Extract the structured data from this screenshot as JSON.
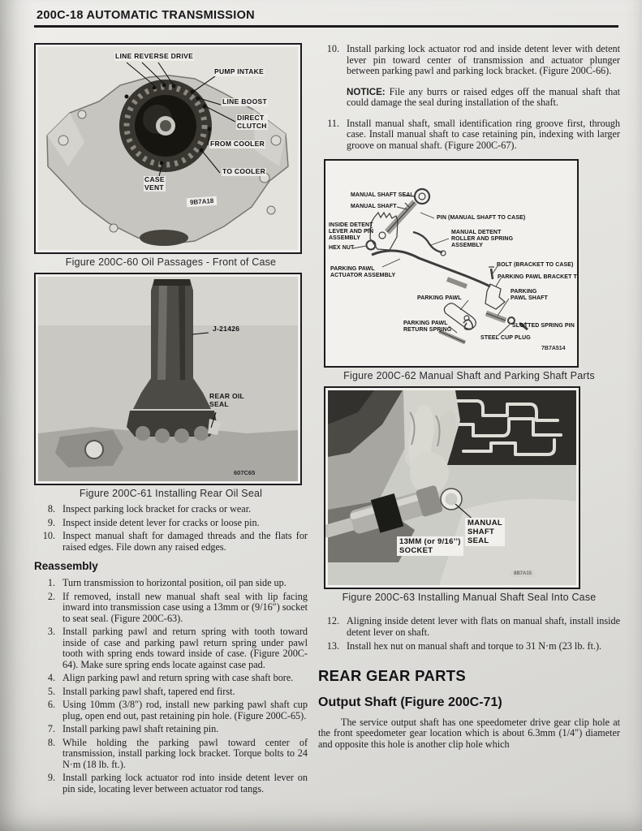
{
  "header": {
    "title": "200C-18  AUTOMATIC TRANSMISSION"
  },
  "left": {
    "fig60": {
      "caption": "Figure 200C-60 Oil Passages - Front of Case",
      "photo_code": "9B7A18",
      "labels": {
        "line_reverse_drive": "LINE  REVERSE  DRIVE",
        "pump_intake": "PUMP INTAKE",
        "line_boost": "LINE BOOST",
        "direct_clutch": "DIRECT\nCLUTCH",
        "from_cooler": "FROM COOLER",
        "to_cooler": "TO COOLER",
        "case_vent": "CASE\nVENT"
      }
    },
    "fig61": {
      "caption": "Figure 200C-61 Installing Rear Oil Seal",
      "photo_code": "607C65",
      "labels": {
        "tool": "J-21426",
        "rear_oil_seal": "REAR OIL\nSEAL"
      }
    },
    "inspect_items": [
      {
        "num": "8.",
        "text": "Inspect parking lock bracket for cracks or wear."
      },
      {
        "num": "9.",
        "text": "Inspect inside detent lever for cracks or loose pin."
      },
      {
        "num": "10.",
        "text": "Inspect manual shaft for damaged threads and the flats for raised edges. File down any raised edges."
      }
    ],
    "reassembly_heading": "Reassembly",
    "reassembly_items": [
      {
        "num": "1.",
        "text": "Turn transmission to horizontal position, oil pan side up."
      },
      {
        "num": "2.",
        "text": "If removed, install new manual shaft seal with lip facing inward into transmission case using a 13mm or (9/16″) socket to seat seal. (Figure 200C-63)."
      },
      {
        "num": "3.",
        "text": "Install parking pawl and return spring with tooth toward inside of case and parking pawl return spring under pawl tooth with spring ends toward inside of case. (Figure 200C-64). Make sure spring ends locate against case pad."
      },
      {
        "num": "4.",
        "text": "Align parking pawl and return spring with case shaft bore."
      },
      {
        "num": "5.",
        "text": "Install parking pawl shaft, tapered end first."
      },
      {
        "num": "6.",
        "text": "Using 10mm (3/8″) rod, install new parking pawl shaft cup plug, open end out, past retaining pin hole. (Figure 200C-65)."
      },
      {
        "num": "7.",
        "text": "Install parking pawl shaft retaining pin."
      },
      {
        "num": "8.",
        "text": "While holding the parking pawl toward center of transmission, install parking lock bracket. Torque bolts to 24 N·m (18 lb. ft.)."
      },
      {
        "num": "9.",
        "text": "Install parking lock actuator rod into inside detent lever on pin side, locating lever between actuator rod tangs."
      }
    ]
  },
  "right": {
    "items_top": [
      {
        "num": "10.",
        "text": "Install parking lock actuator rod and inside detent lever with detent lever pin toward center of transmission and actuator plunger between parking pawl and parking lock bracket. (Figure 200C-66)."
      },
      {
        "num": "11.",
        "text": "Install manual shaft, small identification ring groove first, through case. Install manual shaft to case retaining pin, indexing with larger groove on manual shaft. (Figure 200C-67)."
      }
    ],
    "notice_label": "NOTICE:",
    "notice_text": " File any burrs or raised edges off the manual shaft that could damage the seal during installation of the shaft.",
    "fig62": {
      "caption": "Figure 200C-62 Manual Shaft and Parking Shaft Parts",
      "photo_code": "7B7A514",
      "labels": {
        "manual_shaft_seal": "MANUAL SHAFT SEAL",
        "manual_shaft": "MANUAL SHAFT",
        "pin": "PIN (MANUAL SHAFT TO CASE)",
        "inside_detent": "INSIDE DETENT\nLEVER AND PIN\nASSEMBLY",
        "manual_detent": "MANUAL DETENT\nROLLER AND SPRING\nASSEMBLY",
        "hex_nut": "HEX NUT",
        "actuator": "PARKING PAWL\nACTUATOR ASSEMBLY",
        "bolt": "BOLT (BRACKET TO CASE)",
        "bracket": "PARKING PAWL BRACKET T",
        "parking_pawl": "PARKING PAWL",
        "pawl_shaft": "PARKING\nPAWL SHAFT",
        "return_spring": "PARKING  PAWL\nRETURN SPRING",
        "slotted_pin": "SLOTTED SPRING PIN",
        "cup_plug": "STEEL CUP PLUG"
      }
    },
    "fig63": {
      "caption": "Figure 200C-63 Installing Manual Shaft Seal Into Case",
      "photo_code": "8B7A15",
      "labels": {
        "socket": "13MM (or 9/16’’)\nSOCKET",
        "manual_shaft_seal": "MANUAL\nSHAFT\nSEAL"
      }
    },
    "items_bottom": [
      {
        "num": "12.",
        "text": "Aligning inside detent lever with flats on manual shaft, install inside detent lever on shaft."
      },
      {
        "num": "13.",
        "text": "Install hex nut on manual shaft and torque to 31 N·m (23 lb. ft.)."
      }
    ],
    "section_heading": "REAR GEAR PARTS",
    "subsection_heading": "Output Shaft (Figure 200C-71)",
    "paragraph": "The service output shaft has one speedometer drive gear clip hole at the front speedometer gear location which is about 6.3mm (1/4″) diameter and opposite this hole is another clip hole which"
  }
}
